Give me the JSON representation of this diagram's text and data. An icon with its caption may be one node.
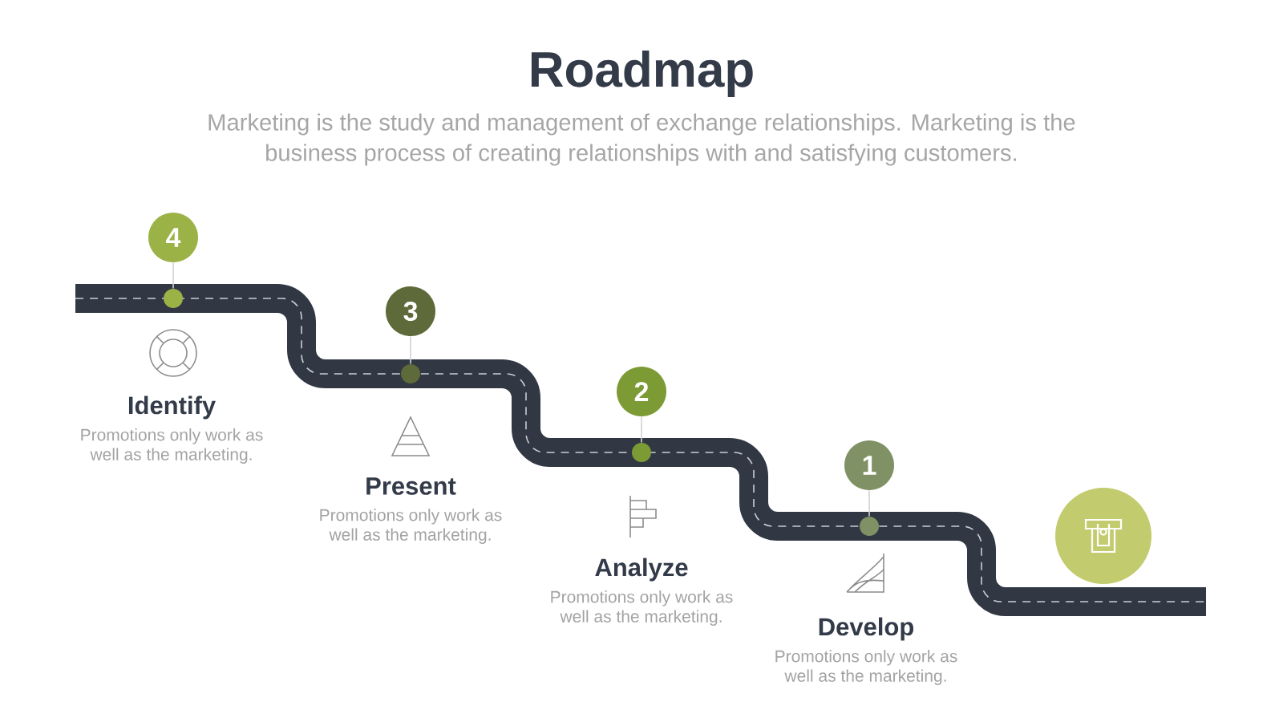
{
  "diagram": {
    "title": "Roadmap",
    "nodes": [
      {
        "text": [
          "4"
        ]
      },
      {
        "text": [],
        "shape": "circle"
      },
      {
        "text": [
          "3"
        ]
      },
      {
        "text": [],
        "shape": "circle"
      },
      {
        "text": [
          "2"
        ]
      },
      {
        "text": [],
        "shape": "circle"
      },
      {
        "text": [
          "1"
        ]
      },
      {
        "text": [],
        "shape": "circle"
      },
      {
        "text": [],
        "shape": "circle"
      }
    ],
    "edges": [
      {
        "from": 0,
        "to": 1,
        "arrow": "none"
      },
      {
        "from": 2,
        "to": 3,
        "arrow": "none"
      },
      {
        "from": 4,
        "to": 5,
        "arrow": "none"
      },
      {
        "from": 6,
        "to": 7,
        "arrow": "none"
      }
    ],
    "labels": [
      "Marketing is the study and management of exchange relationships. Marketing is the business process of creating relationships with and satisfying customers.",
      "Identify",
      "Promotions only work as well as the marketing.",
      "Present",
      "Promotions only work as well as the marketing.",
      "Analyze",
      "Promotions only work as well as the marketing.",
      "Develop",
      "Promotions only work as well as the marketing."
    ]
  }
}
